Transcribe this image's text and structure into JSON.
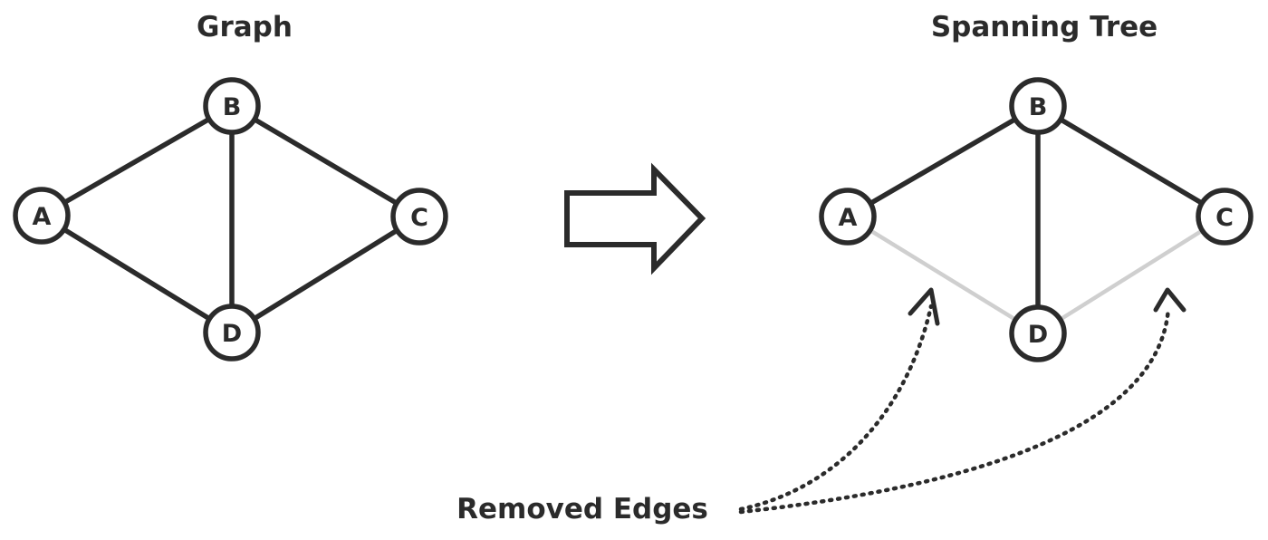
{
  "left": {
    "title": "Graph",
    "nodes": [
      {
        "id": "A",
        "label": "A"
      },
      {
        "id": "B",
        "label": "B"
      },
      {
        "id": "C",
        "label": "C"
      },
      {
        "id": "D",
        "label": "D"
      }
    ],
    "edges": [
      {
        "from": "A",
        "to": "B",
        "removed": false
      },
      {
        "from": "B",
        "to": "C",
        "removed": false
      },
      {
        "from": "B",
        "to": "D",
        "removed": false
      },
      {
        "from": "A",
        "to": "D",
        "removed": false
      },
      {
        "from": "D",
        "to": "C",
        "removed": false
      }
    ]
  },
  "right": {
    "title": "Spanning Tree",
    "nodes": [
      {
        "id": "A",
        "label": "A"
      },
      {
        "id": "B",
        "label": "B"
      },
      {
        "id": "C",
        "label": "C"
      },
      {
        "id": "D",
        "label": "D"
      }
    ],
    "edges": [
      {
        "from": "A",
        "to": "B",
        "removed": false
      },
      {
        "from": "B",
        "to": "C",
        "removed": false
      },
      {
        "from": "B",
        "to": "D",
        "removed": false
      },
      {
        "from": "A",
        "to": "D",
        "removed": true
      },
      {
        "from": "D",
        "to": "C",
        "removed": true
      }
    ]
  },
  "caption": "Removed Edges",
  "colors": {
    "ink": "#2b2b2b",
    "removed_edge": "#cfcfcf",
    "background": "#ffffff"
  },
  "icons": {
    "transform_arrow": "right-arrow-icon"
  }
}
